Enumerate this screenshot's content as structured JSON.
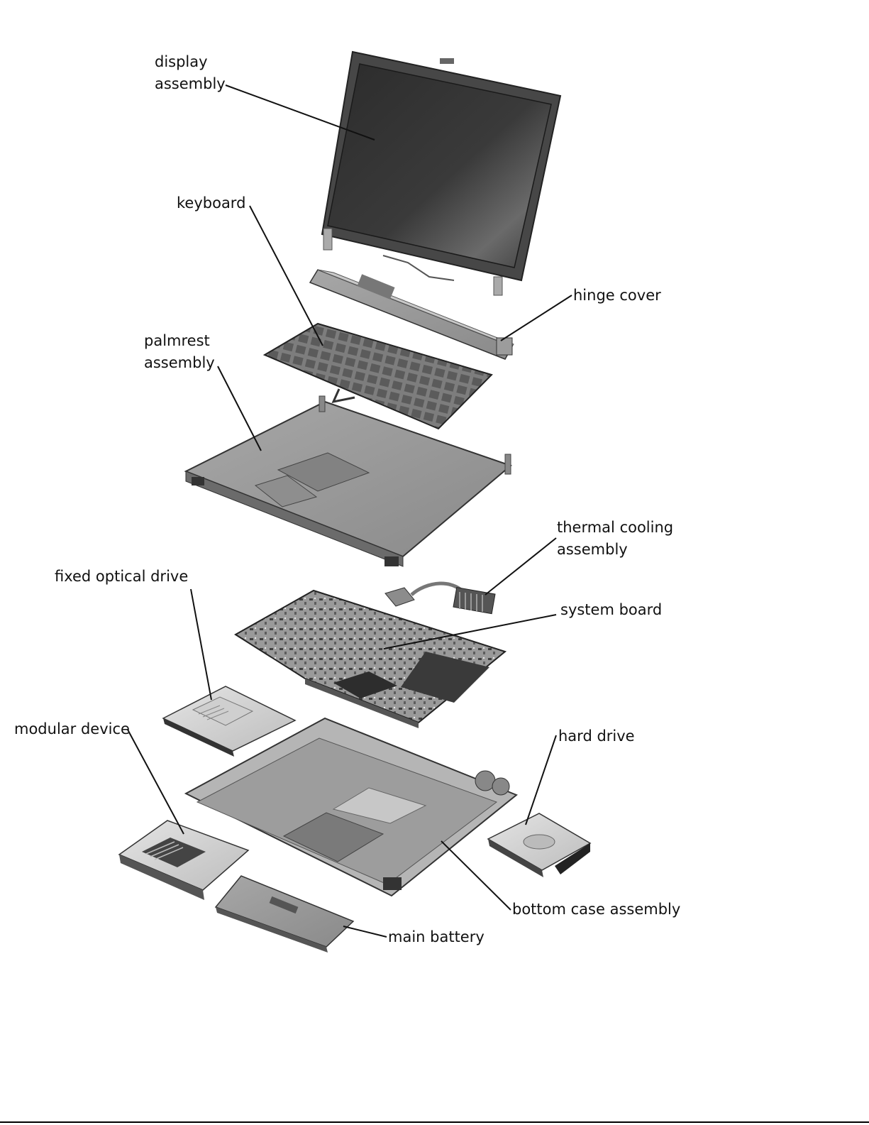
{
  "labels": {
    "display_assembly": [
      "display",
      "assembly"
    ],
    "keyboard": "keyboard",
    "hinge_cover": "hinge cover",
    "palmrest_assembly": [
      "palmrest",
      "assembly"
    ],
    "thermal_cooling_assembly": [
      "thermal cooling",
      "assembly"
    ],
    "fixed_optical_drive": "fixed optical drive",
    "system_board": "system board",
    "modular_device": "modular device",
    "hard_drive": "hard drive",
    "bottom_case_assembly": "bottom case assembly",
    "main_battery": "main battery"
  }
}
